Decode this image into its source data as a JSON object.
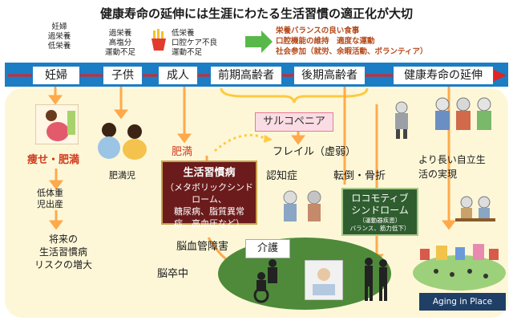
{
  "title": "健康寿命の延伸には生涯にわたる生活習慣の適正化が大切",
  "risks": {
    "pregnant": [
      "妊婦",
      "過栄養",
      "低栄養"
    ],
    "child": [
      "過栄養",
      "高塩分",
      "運動不足"
    ],
    "adult": [
      "低栄養",
      "口腔ケア不良",
      "運動不足"
    ]
  },
  "goals": [
    "栄養バランスの良い食事",
    "口腔機能の維持　適度な運動",
    "社会参加（就労、余暇活動、ボランティア）"
  ],
  "stages": [
    "妊婦",
    "子供",
    "成人",
    "前期高齢者",
    "後期高齢者",
    "健康寿命の延伸"
  ],
  "labels": {
    "thin_obese": "痩せ・肥満",
    "low_birth": [
      "低体重",
      "児出産"
    ],
    "future": [
      "将来の",
      "生活習慣病",
      "リスクの増大"
    ],
    "obese_child": "肥満児",
    "obesity": "肥満",
    "sarcopenia": "サルコペニア",
    "frailty": "フレイル（虚弱）",
    "dementia": "認知症",
    "fall": "転倒・骨折",
    "independent": [
      "より長い自立生",
      "活の実現"
    ],
    "cerebro": "脳血管障害",
    "stroke": "脳卒中",
    "care": "介護",
    "aging_in_place": "Aging in Place"
  },
  "lifestyle": {
    "heading": "生活習慣病",
    "body": [
      "（メタボリックシンドローム、",
      "糖尿病、脂質異常",
      "症、高血圧など）"
    ]
  },
  "locomotive": {
    "heading": [
      "ロコモティブ",
      "シンドローム"
    ],
    "sub": [
      "（運動器疾患）",
      "バランス、筋力低下）"
    ]
  },
  "colors": {
    "bar": "#1b7dc4",
    "panel": "#fdf7d8",
    "accent": "#d03a1c",
    "arrow": "#ffa94b"
  }
}
